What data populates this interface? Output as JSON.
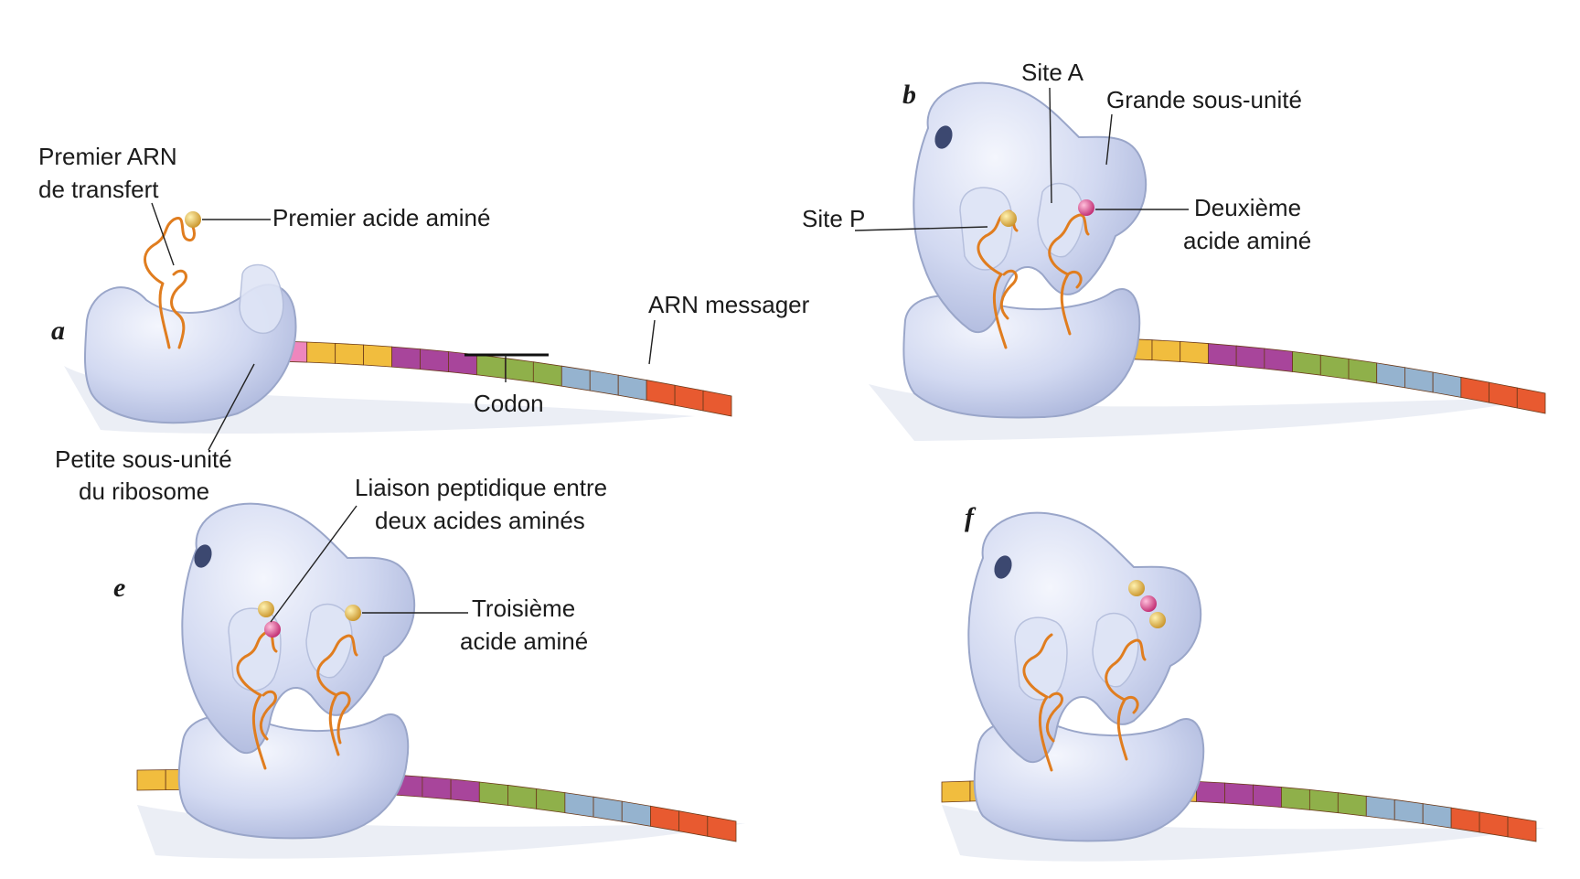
{
  "colors": {
    "yellow": "#f1bd3e",
    "magenta": "#a8459b",
    "green": "#8fb04a",
    "blue": "#95b3cf",
    "red": "#e85a30",
    "pink": "#ee86bd",
    "ribosome": "#c7d0ee",
    "trna": "#e07d1f",
    "amino_gold": "#e6b840",
    "amino_pink": "#e04a8c"
  },
  "panels": {
    "a": {
      "letter": "a",
      "label_trna_line1": "Premier ARN",
      "label_trna_line2": "de transfert",
      "label_first_amino": "Premier acide aminé",
      "label_mrna": "ARN messager",
      "label_codon": "Codon",
      "label_small_subunit_line1": "Petite sous-unité",
      "label_small_subunit_line2": "du ribosome"
    },
    "b": {
      "letter": "b",
      "label_site_a": "Site A",
      "label_large_subunit": "Grande sous-unité",
      "label_site_p": "Site P",
      "label_second_amino_line1": "Deuxième",
      "label_second_amino_line2": "acide aminé"
    },
    "e": {
      "letter": "e",
      "label_peptide_line1": "Liaison peptidique entre",
      "label_peptide_line2": "deux acides aminés",
      "label_third_amino_line1": "Troisième",
      "label_third_amino_line2": "acide aminé"
    },
    "f": {
      "letter": "f"
    }
  }
}
